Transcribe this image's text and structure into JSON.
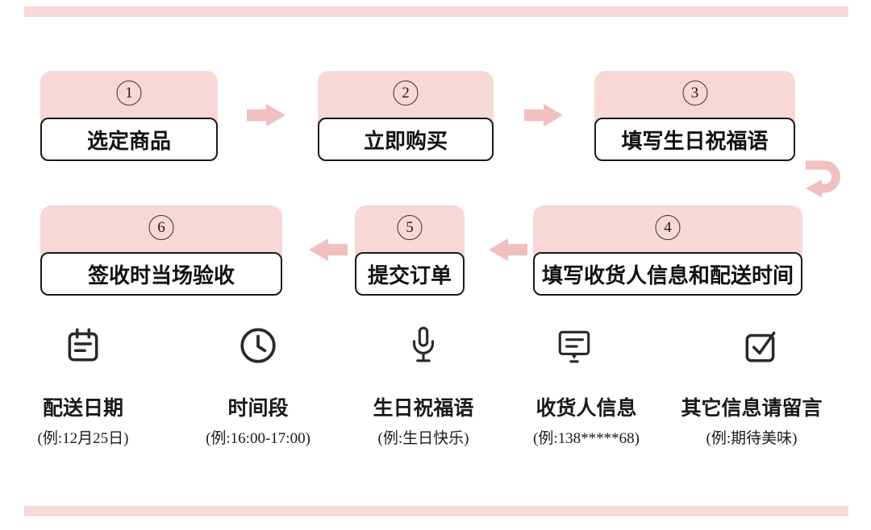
{
  "steps": [
    {
      "number": "1",
      "label": "选定商品"
    },
    {
      "number": "2",
      "label": "立即购买"
    },
    {
      "number": "3",
      "label": "填写生日祝福语"
    },
    {
      "number": "4",
      "label": "填写收货人信息和配送时间"
    },
    {
      "number": "5",
      "label": "提交订单"
    },
    {
      "number": "6",
      "label": "签收时当场验收"
    }
  ],
  "legend": [
    {
      "icon": "calendar-icon",
      "title": "配送日期",
      "example": "(例:12月25日)"
    },
    {
      "icon": "clock-icon",
      "title": "时间段",
      "example": "(例:16:00-17:00)"
    },
    {
      "icon": "microphone-icon",
      "title": "生日祝福语",
      "example": "(例:生日快乐)"
    },
    {
      "icon": "message-note-icon",
      "title": "收货人信息",
      "example": "(例:138*****68)"
    },
    {
      "icon": "clipboard-check-icon",
      "title": "其它信息请留言",
      "example": "(例:期待美味)"
    }
  ],
  "colors": {
    "box_pink": "#f8d7d7",
    "arrow_pink": "#f1bfbf",
    "bar_pink": "#f7d9d9",
    "ink": "#1a1a1a"
  }
}
